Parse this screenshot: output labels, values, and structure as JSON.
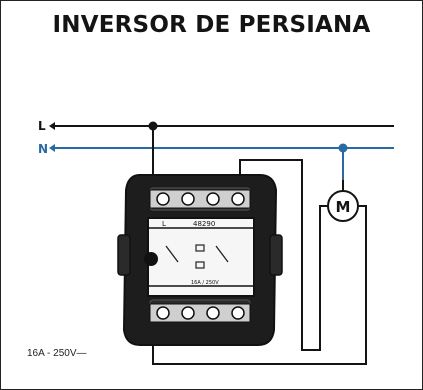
{
  "title": "INVERSOR DE PERSIANA",
  "lines": {
    "live": {
      "label": "L",
      "color": "#141414"
    },
    "neutral": {
      "label": "N",
      "color": "#2a6aa3"
    }
  },
  "motor": {
    "label": "M"
  },
  "switch": {
    "model_code": "48290",
    "terminal_L": "L",
    "rating_print": "16A / 250V"
  },
  "rating_text": "16A - 250V—"
}
